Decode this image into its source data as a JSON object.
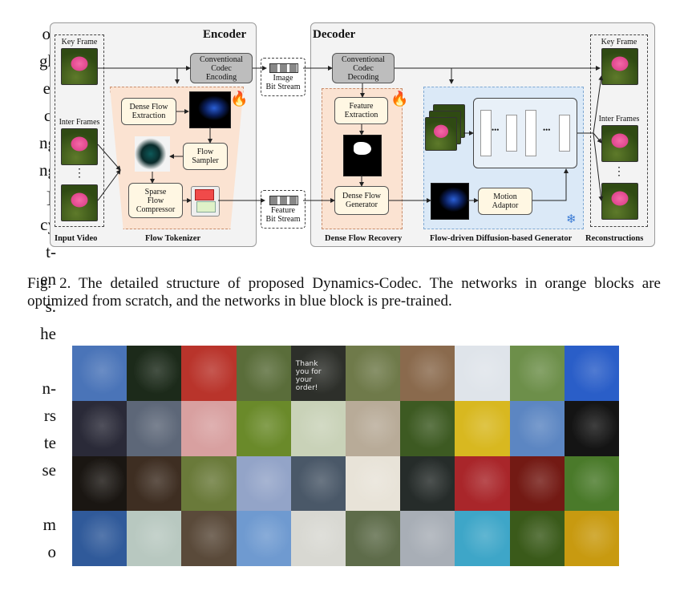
{
  "left_column_fragments": [
    "o-",
    "gh",
    "e-",
    "ct",
    "ng",
    "ng",
    "],",
    "cy",
    "t-",
    "en",
    "s.",
    "he",
    "",
    "n-",
    "rs",
    "te",
    "se",
    "",
    "m",
    "o"
  ],
  "figure": {
    "encoder_title": "Encoder",
    "decoder_title": "Decoder",
    "labels": {
      "key_frame_in": "Key Frame",
      "inter_frames_in": "Inter Frames",
      "ellipsis_in": "⋮",
      "input_video": "Input Video",
      "flow_tokenizer": "Flow Tokenizer",
      "image_bit_stream": "Image\nBit Stream",
      "feature_bit_stream": "Feature\nBit Stream",
      "dense_flow_recovery": "Dense Flow Recovery",
      "flow_driven_generator": "Flow-driven Diffusion-based Generator",
      "key_frame_out": "Key Frame",
      "inter_frames_out": "Inter Frames",
      "ellipsis_out": "⋮",
      "reconstructions": "Reconstructions",
      "unet_dots_1": "•••",
      "unet_dots_2": "•••"
    },
    "modules": {
      "conv_codec_encoding": "Conventional\nCodec\nEncoding",
      "conv_codec_decoding": "Conventional\nCodec\nDecoding",
      "dense_flow_extraction": "Dense Flow\nExtraction",
      "flow_sampler": "Flow\nSampler",
      "sparse_flow_compressor": "Sparse\nFlow\nCompressor",
      "feature_extraction": "Feature\nExtraction",
      "dense_flow_generator": "Dense Flow\nGenerator",
      "motion_adaptor": "Motion\nAdaptor"
    },
    "icons": {
      "fire": "fire-icon",
      "snowflake": "snowflake-icon"
    },
    "colors": {
      "orange_block": "#fbe3d2",
      "blue_block": "#dbe9f7",
      "module_fill": "#fff7e3",
      "codec_fill": "#bdbdbd"
    }
  },
  "caption": "Fig. 2.  The detailed structure of proposed Dynamics-Codec. The networks in orange blocks are optimized from scratch, and the networks in blue block is pre-trained.",
  "sample_grid": {
    "rows": 4,
    "cols": 10,
    "text_in_image": "Thank you for your order!",
    "cells": [
      "#4a74b8",
      "#1c2a1a",
      "#b9342b",
      "#5a6d3a",
      "#2d2f2a",
      "#6f7a4a",
      "#8a6a4d",
      "#dfe4ea",
      "#6d8f4a",
      "#2a5ec8",
      "#2a2a38",
      "#5d6778",
      "#d8a0a0",
      "#6a8a2a",
      "#c9d2b8",
      "#b8ab98",
      "#3d5a22",
      "#d8b820",
      "#5c86c2",
      "#141414",
      "#1a1612",
      "#3e2e22",
      "#6a7a3a",
      "#93a4c8",
      "#4a5868",
      "#e8e3d8",
      "#262c2a",
      "#a9262a",
      "#731a14",
      "#4a7a2a",
      "#305a9a",
      "#b8c8c0",
      "#5a4a3a",
      "#6f9ad0",
      "#d8d8d2",
      "#5e6c4a",
      "#a8aeb6",
      "#3ea6c8",
      "#3a5a1a",
      "#c89a10"
    ]
  }
}
